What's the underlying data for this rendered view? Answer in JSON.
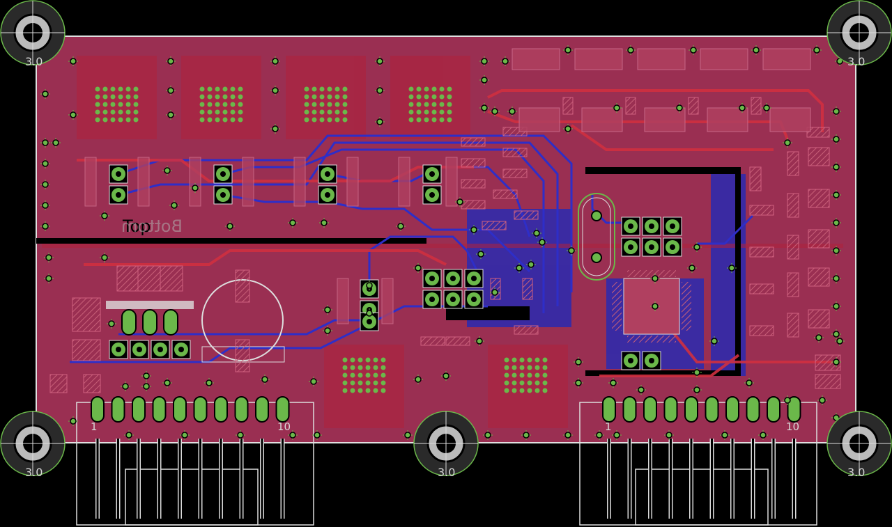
{
  "colors": {
    "background": "#000000",
    "board_fill": "#9a2f52",
    "top_copper": "#c0283a",
    "bottom_copper": "#2a2ab0",
    "pad": "#cc5566",
    "via_ring": "#6bb84a",
    "silkscreen": "#d0d0d0",
    "outline": "#e0e0e0"
  },
  "labels": {
    "top_layer": "Top",
    "bottom_layer_mirrored": "Bottom",
    "hole_tl": "3.0",
    "hole_tr": "3.0",
    "hole_bl": "3.0",
    "hole_bm": "3.0",
    "hole_br": "3.0",
    "conn_left_pin1": "1",
    "conn_left_pin10": "10",
    "conn_right_pin1": "1",
    "conn_right_pin10": "10"
  },
  "icons": {
    "mounting_hole": "mounting-hole-icon",
    "via": "via-icon",
    "crystal": "crystal-icon"
  }
}
